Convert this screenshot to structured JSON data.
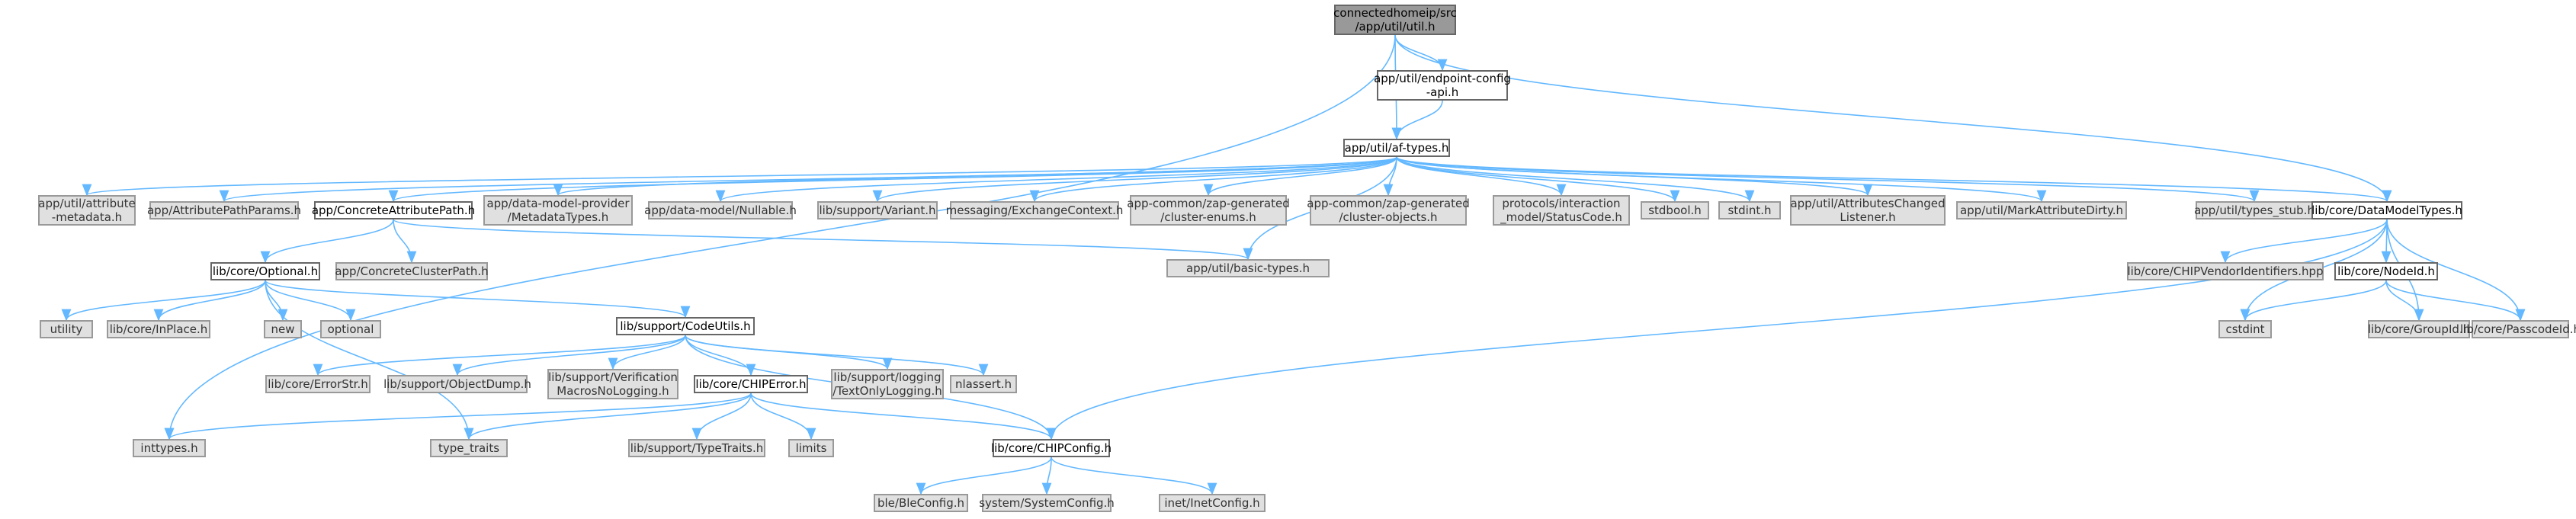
{
  "colors": {
    "edge": "#63b8ff",
    "node_fill": "#e0e0e0",
    "documented_fill": "#ffffff",
    "root_fill": "#999999",
    "border": "#999999"
  },
  "nodes": {
    "root": "connectedhomeip/src\n/app/util/util.h",
    "endpoint_config_api": "app/util/endpoint-config\n-api.h",
    "af_types": "app/util/af-types.h",
    "attribute_metadata": "app/util/attribute\n-metadata.h",
    "attribute_path_params": "app/AttributePathParams.h",
    "concrete_attribute_path": "app/ConcreteAttributePath.h",
    "metadata_types": "app/data-model-provider\n/MetadataTypes.h",
    "nullable": "app/data-model/Nullable.h",
    "variant": "lib/support/Variant.h",
    "exchange_context": "messaging/ExchangeContext.h",
    "cluster_enums": "app-common/zap-generated\n/cluster-enums.h",
    "cluster_objects": "app-common/zap-generated\n/cluster-objects.h",
    "status_code": "protocols/interaction\n_model/StatusCode.h",
    "stdbool": "stdbool.h",
    "stdint": "stdint.h",
    "attributes_changed_listener": "app/util/AttributesChanged\nListener.h",
    "mark_attribute_dirty": "app/util/MarkAttributeDirty.h",
    "types_stub": "app/util/types_stub.h",
    "data_model_types": "lib/core/DataModelTypes.h",
    "optional_h": "lib/core/Optional.h",
    "concrete_cluster_path": "app/ConcreteClusterPath.h",
    "basic_types": "app/util/basic-types.h",
    "vendor_identifiers": "lib/core/CHIPVendorIdentifiers.hpp",
    "node_id": "lib/core/NodeId.h",
    "utility": "utility",
    "in_place": "lib/core/InPlace.h",
    "new_h": "new",
    "optional_std": "optional",
    "code_utils": "lib/support/CodeUtils.h",
    "cstdint": "cstdint",
    "group_id": "lib/core/GroupId.h",
    "passcode_id": "lib/core/PasscodeId.h",
    "error_str": "lib/core/ErrorStr.h",
    "object_dump": "lib/support/ObjectDump.h",
    "verification_macros": "lib/support/Verification\nMacrosNoLogging.h",
    "chip_error": "lib/core/CHIPError.h",
    "text_only_logging": "lib/support/logging\n/TextOnlyLogging.h",
    "nlassert": "nlassert.h",
    "inttypes": "inttypes.h",
    "type_traits": "type_traits",
    "support_type_traits": "lib/support/TypeTraits.h",
    "limits": "limits",
    "chip_config": "lib/core/CHIPConfig.h",
    "ble_config": "ble/BleConfig.h",
    "system_config": "system/SystemConfig.h",
    "inet_config": "inet/InetConfig.h"
  },
  "edges": [
    [
      "root",
      "endpoint_config_api"
    ],
    [
      "root",
      "af_types"
    ],
    [
      "root",
      "data_model_types"
    ],
    [
      "root",
      "inttypes"
    ],
    [
      "endpoint_config_api",
      "af_types"
    ],
    [
      "af_types",
      "attribute_metadata"
    ],
    [
      "af_types",
      "attribute_path_params"
    ],
    [
      "af_types",
      "concrete_attribute_path"
    ],
    [
      "af_types",
      "metadata_types"
    ],
    [
      "af_types",
      "nullable"
    ],
    [
      "af_types",
      "variant"
    ],
    [
      "af_types",
      "exchange_context"
    ],
    [
      "af_types",
      "cluster_enums"
    ],
    [
      "af_types",
      "cluster_objects"
    ],
    [
      "af_types",
      "status_code"
    ],
    [
      "af_types",
      "stdbool"
    ],
    [
      "af_types",
      "stdint"
    ],
    [
      "af_types",
      "attributes_changed_listener"
    ],
    [
      "af_types",
      "mark_attribute_dirty"
    ],
    [
      "af_types",
      "types_stub"
    ],
    [
      "af_types",
      "data_model_types"
    ],
    [
      "af_types",
      "basic_types"
    ],
    [
      "concrete_attribute_path",
      "optional_h"
    ],
    [
      "concrete_attribute_path",
      "concrete_cluster_path"
    ],
    [
      "concrete_attribute_path",
      "basic_types"
    ],
    [
      "data_model_types",
      "vendor_identifiers"
    ],
    [
      "data_model_types",
      "node_id"
    ],
    [
      "data_model_types",
      "cstdint"
    ],
    [
      "data_model_types",
      "group_id"
    ],
    [
      "data_model_types",
      "passcode_id"
    ],
    [
      "data_model_types",
      "chip_config"
    ],
    [
      "node_id",
      "cstdint"
    ],
    [
      "node_id",
      "group_id"
    ],
    [
      "node_id",
      "passcode_id"
    ],
    [
      "optional_h",
      "utility"
    ],
    [
      "optional_h",
      "in_place"
    ],
    [
      "optional_h",
      "new_h"
    ],
    [
      "optional_h",
      "optional_std"
    ],
    [
      "optional_h",
      "code_utils"
    ],
    [
      "optional_h",
      "type_traits"
    ],
    [
      "code_utils",
      "error_str"
    ],
    [
      "code_utils",
      "object_dump"
    ],
    [
      "code_utils",
      "verification_macros"
    ],
    [
      "code_utils",
      "chip_error"
    ],
    [
      "code_utils",
      "text_only_logging"
    ],
    [
      "code_utils",
      "nlassert"
    ],
    [
      "code_utils",
      "chip_config"
    ],
    [
      "chip_error",
      "inttypes"
    ],
    [
      "chip_error",
      "type_traits"
    ],
    [
      "chip_error",
      "support_type_traits"
    ],
    [
      "chip_error",
      "limits"
    ],
    [
      "chip_error",
      "chip_config"
    ],
    [
      "chip_config",
      "ble_config"
    ],
    [
      "chip_config",
      "system_config"
    ],
    [
      "chip_config",
      "inet_config"
    ]
  ]
}
